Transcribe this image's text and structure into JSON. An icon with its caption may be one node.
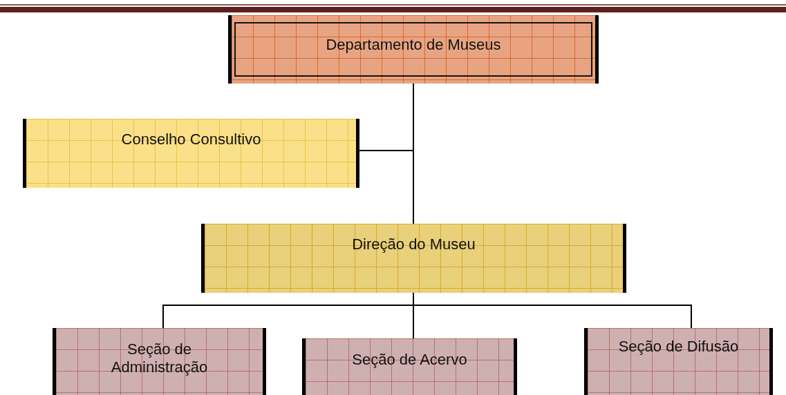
{
  "diagram": {
    "nodes": [
      {
        "text": [
          "Departamento de Museus"
        ]
      },
      {
        "text": [
          "Conselho Consultivo"
        ]
      },
      {
        "text": [
          "Direção do Museu"
        ]
      },
      {
        "text": [
          "Seção de Administração"
        ]
      },
      {
        "text": [
          "Seção de Acervo"
        ]
      },
      {
        "text": [
          "Seção de Difusão"
        ]
      }
    ],
    "edges": [
      {
        "from": 0,
        "to": 2,
        "arrow": "none"
      },
      {
        "from": 0,
        "to": 1,
        "arrow": "none"
      },
      {
        "from": 2,
        "to": 3,
        "arrow": "none"
      },
      {
        "from": 2,
        "to": 4,
        "arrow": "none"
      },
      {
        "from": 2,
        "to": 5,
        "arrow": "none"
      }
    ]
  }
}
